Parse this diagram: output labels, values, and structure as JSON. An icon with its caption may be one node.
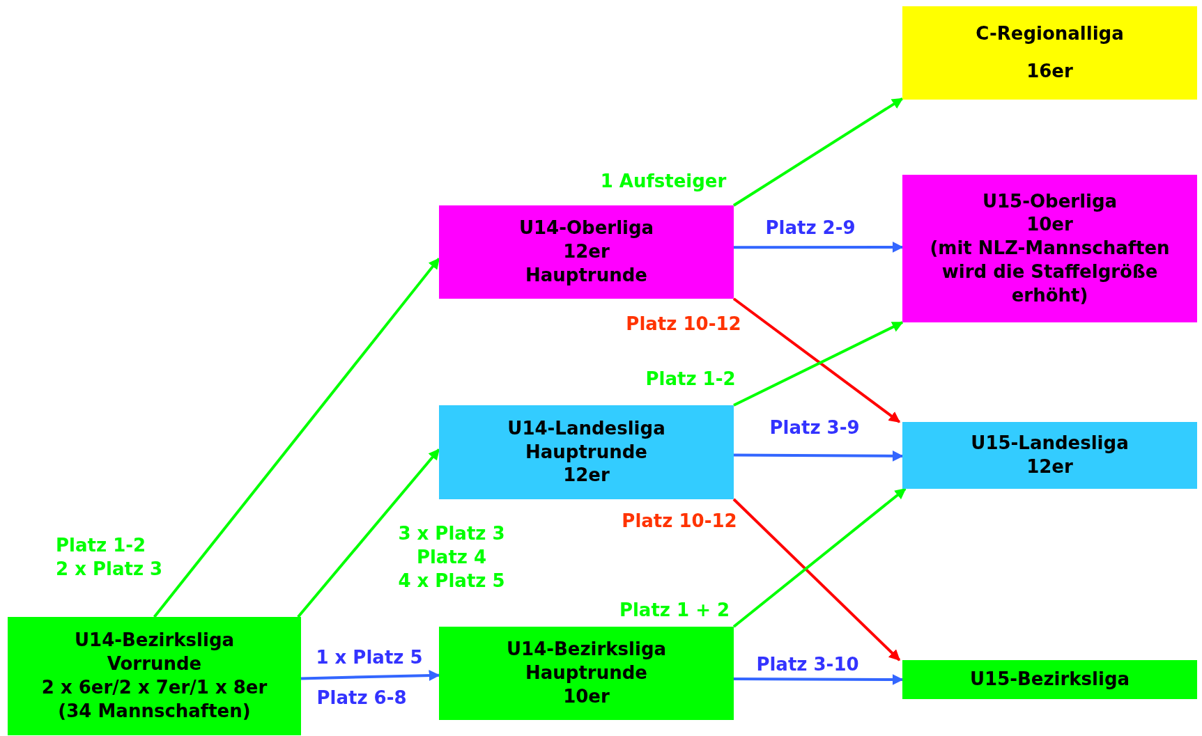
{
  "diagram": {
    "nodes": [
      {
        "text": [
          "C-Regionalliga",
          "16er"
        ]
      },
      {
        "text": [
          "U14-Oberliga",
          "12er",
          "Hauptrunde"
        ]
      },
      {
        "text": [
          "U15-Oberliga",
          "10er",
          "(mit NLZ-Mannschaften wird die Staffelgröße erhöht)"
        ]
      },
      {
        "text": [
          "U14-Landesliga",
          "Hauptrunde",
          "12er"
        ]
      },
      {
        "text": [
          "U15-Landesliga",
          "12er"
        ]
      },
      {
        "text": [
          "U14-Bezirksliga",
          "Vorrunde",
          "2 x 6er/2 x 7er/1 x 8er",
          "(34 Mannschaften)"
        ]
      },
      {
        "text": [
          "U14-Bezirksliga",
          "Hauptrunde",
          "10er"
        ]
      },
      {
        "text": [
          "U15-Bezirksliga"
        ]
      }
    ],
    "edges": [
      {
        "from": 5,
        "to": 1,
        "arrow": "to",
        "label": "Platz 1-2 2 x Platz 3"
      },
      {
        "from": 5,
        "to": 3,
        "arrow": "to",
        "label": "3 x Platz 3 Platz 4 4 x Platz 5"
      },
      {
        "from": 5,
        "to": 6,
        "arrow": "to",
        "label": "1 x Platz 5",
        "color": "#3366ff"
      },
      {
        "from": 1,
        "to": 0,
        "arrow": "to",
        "label": "1 Aufsteiger"
      },
      {
        "from": 1,
        "to": 2,
        "arrow": "to",
        "label": "Platz 2-9",
        "color": "#3366ff"
      },
      {
        "from": 1,
        "to": 4,
        "arrow": "to",
        "label": "Platz 10-12",
        "color": "#ff0000"
      },
      {
        "from": 3,
        "to": 2,
        "arrow": "to",
        "label": "Platz 1-2"
      },
      {
        "from": 3,
        "to": 4,
        "arrow": "to",
        "label": "Platz 3-9",
        "color": "#3366ff"
      },
      {
        "from": 3,
        "to": 7,
        "arrow": "to",
        "label": "Platz 10-12",
        "color": "#ff0000"
      },
      {
        "from": 6,
        "to": 4,
        "arrow": "to",
        "label": "Platz 1 + 2"
      },
      {
        "from": 6,
        "to": 7,
        "arrow": "to",
        "label": "Platz 3-10",
        "color": "#3366ff"
      }
    ],
    "labels": [
      "Platz 6-8"
    ]
  }
}
